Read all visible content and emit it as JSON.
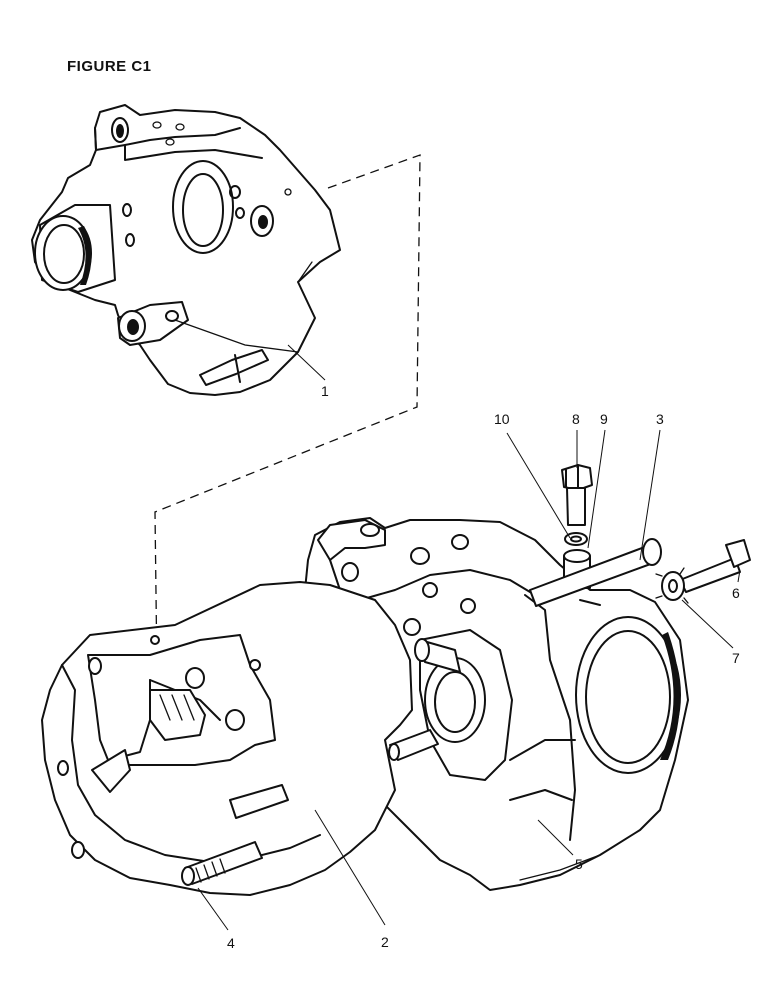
{
  "figure": {
    "title": "FIGURE C1"
  },
  "callouts": [
    {
      "id": "1",
      "label": "1"
    },
    {
      "id": "2",
      "label": "2"
    },
    {
      "id": "3",
      "label": "3"
    },
    {
      "id": "4",
      "label": "4"
    },
    {
      "id": "5",
      "label": "5"
    },
    {
      "id": "6",
      "label": "6"
    },
    {
      "id": "7",
      "label": "7"
    },
    {
      "id": "8",
      "label": "8"
    },
    {
      "id": "9",
      "label": "9"
    },
    {
      "id": "10",
      "label": "10"
    }
  ],
  "colors": {
    "ink": "#111111",
    "paper": "#ffffff"
  }
}
